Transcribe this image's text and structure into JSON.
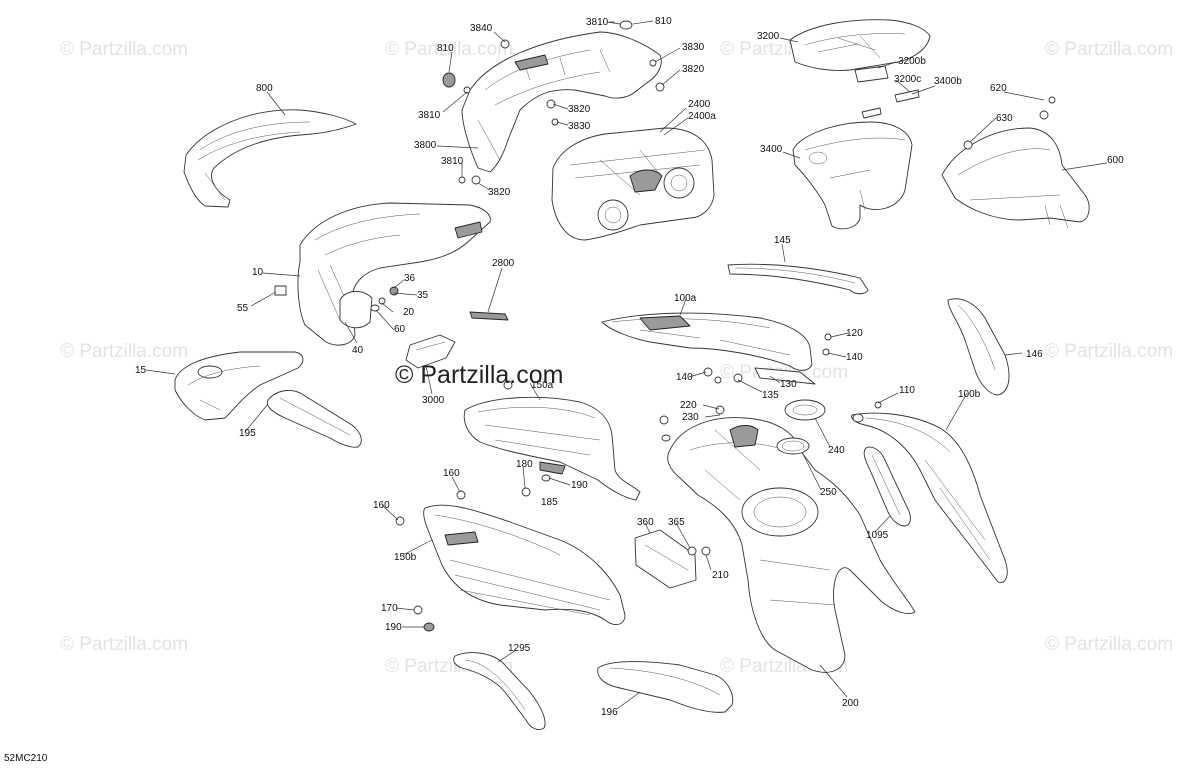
{
  "diagram": {
    "code": "52MC210",
    "center_watermark": "© Partzilla.com",
    "watermark_text": "© Partzilla.com",
    "callouts": [
      "3840",
      "3810",
      "810",
      "810",
      "3830",
      "3820",
      "3810",
      "3820",
      "3830",
      "3800",
      "3810",
      "3820",
      "800",
      "2400",
      "2400a",
      "3200",
      "3200b",
      "3200c",
      "3400b",
      "3400",
      "620",
      "630",
      "600",
      "10",
      "36",
      "35",
      "55",
      "20",
      "60",
      "40",
      "2800",
      "145",
      "100a",
      "120",
      "140",
      "146",
      "15",
      "3000",
      "150a",
      "140",
      "135",
      "130",
      "110",
      "100b",
      "195",
      "220",
      "230",
      "240",
      "250",
      "160",
      "180",
      "190",
      "185",
      "1095",
      "160",
      "360",
      "365",
      "210",
      "150b",
      "170",
      "190",
      "1295",
      "196",
      "200"
    ]
  }
}
